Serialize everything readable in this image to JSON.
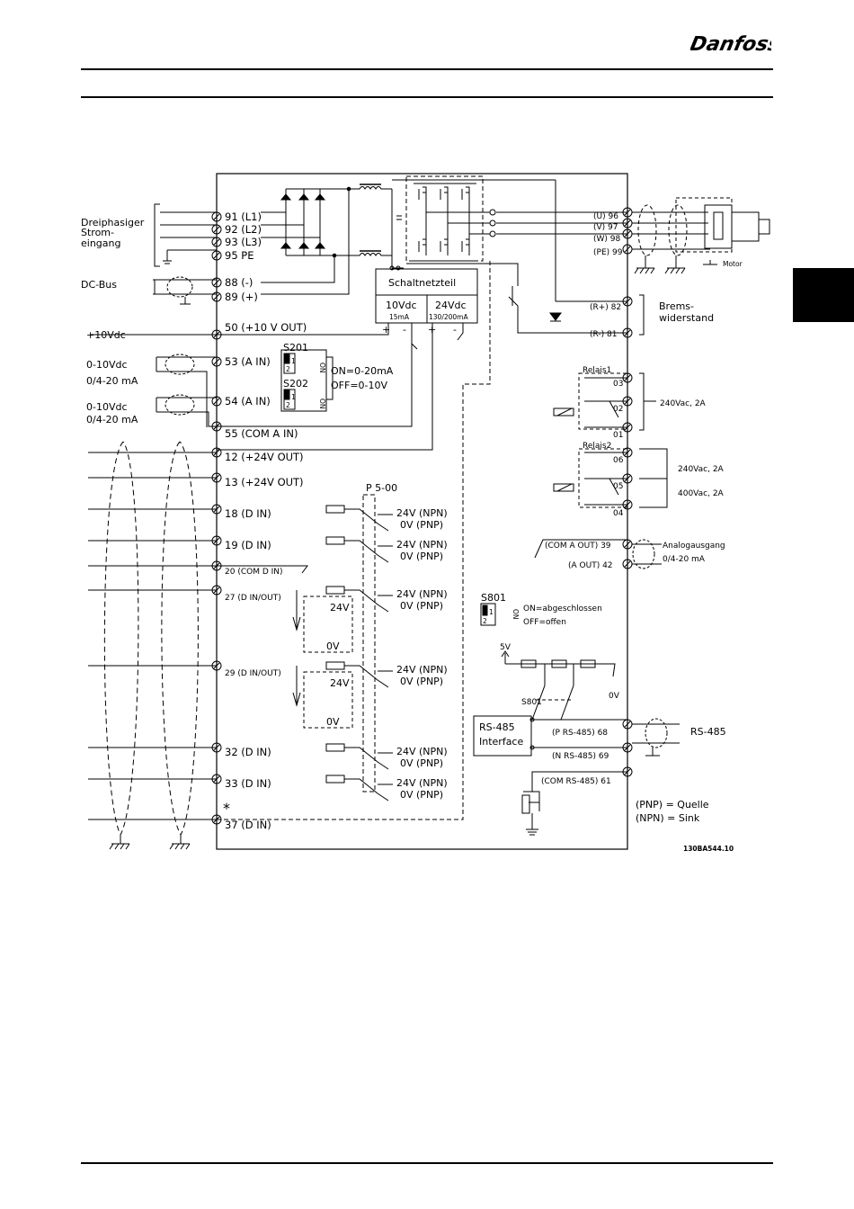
{
  "header": {
    "brand": "Danfoss"
  },
  "diagram": {
    "left_labels": {
      "mains_line1": "Dreiphasiger",
      "mains_line2": "Strom-",
      "mains_line3": "eingang",
      "dc_bus": "DC-Bus",
      "plus10": "+10Vdc",
      "ain1_line1": "0-10Vdc",
      "ain1_line2": "0/4-20 mA",
      "ain2_line1": "0-10Vdc",
      "ain2_line2": "0/4-20 mA"
    },
    "terminals": {
      "t91": "91 (L1)",
      "t92": "92 (L2)",
      "t93": "93 (L3)",
      "t95": "95 PE",
      "t88": "88 (-)",
      "t89": "89 (+)",
      "t50": "50 (+10 V OUT)",
      "t53": "53 (A IN)",
      "t54": "54 (A IN)",
      "t55": "55 (COM A IN)",
      "t12": "12 (+24V OUT)",
      "t13": "13 (+24V OUT)",
      "t18": "18 (D IN)",
      "t19": "19 (D IN)",
      "t20": "20 (COM D IN)",
      "t27": "27 (D IN/OUT)",
      "t29": "29 (D IN/OUT)",
      "t32": "32 (D IN)",
      "t33": "33 (D IN)",
      "t37": "37 (D IN)",
      "star": "*"
    },
    "power_supply": {
      "title": "Schaltnetzteil",
      "v10": "10Vdc",
      "v10_current": "15mA",
      "v24": "24Vdc",
      "v24_current": "130/200mA",
      "plus": "+",
      "minus": "-"
    },
    "switches": {
      "s201": "S201",
      "s202": "S202",
      "s801": "S801",
      "s801_label": "S801",
      "on": "ON",
      "one": "1",
      "two": "2",
      "analog_on": "ON=0-20mA",
      "analog_off": "OFF=0-10V",
      "bus_on": "ON=abgeschlossen",
      "bus_off": "OFF=offen"
    },
    "p500": {
      "title": "P 5-00",
      "npn": "24V (NPN)",
      "pnp": "0V (PNP)",
      "local24": "24V",
      "local0": "0V"
    },
    "right_side": {
      "u96": "(U) 96",
      "v97": "(V) 97",
      "w98": "(W) 98",
      "pe99": "(PE) 99",
      "motor": "Motor",
      "r82": "(R+) 82",
      "r81": "(R-) 81",
      "brake_line1": "Brems-",
      "brake_line2": "widerstand",
      "relay1": "Relais1",
      "relay2": "Relais2",
      "r03": "03",
      "r02": "02",
      "r01": "01",
      "r06": "06",
      "r05": "05",
      "r04": "04",
      "relay1_rating": "240Vac, 2A",
      "relay2_rating_a": "240Vac, 2A",
      "relay2_rating_b": "400Vac, 2A",
      "aout39": "(COM A OUT) 39",
      "aout42": "(A OUT) 42",
      "aout_label1": "Analogausgang",
      "aout_label2": "0/4-20 mA",
      "v5": "5V",
      "v0": "0V",
      "rs485_box1": "RS-485",
      "rs485_box2": "Interface",
      "p68": "(P RS-485) 68",
      "n69": "(N RS-485) 69",
      "com61": "(COM RS-485) 61",
      "rs485_out": "RS-485",
      "pnp_legend": "(PNP) = Quelle",
      "npn_legend": "(NPN) = Sink",
      "figure_id": "130BA544.10"
    }
  }
}
